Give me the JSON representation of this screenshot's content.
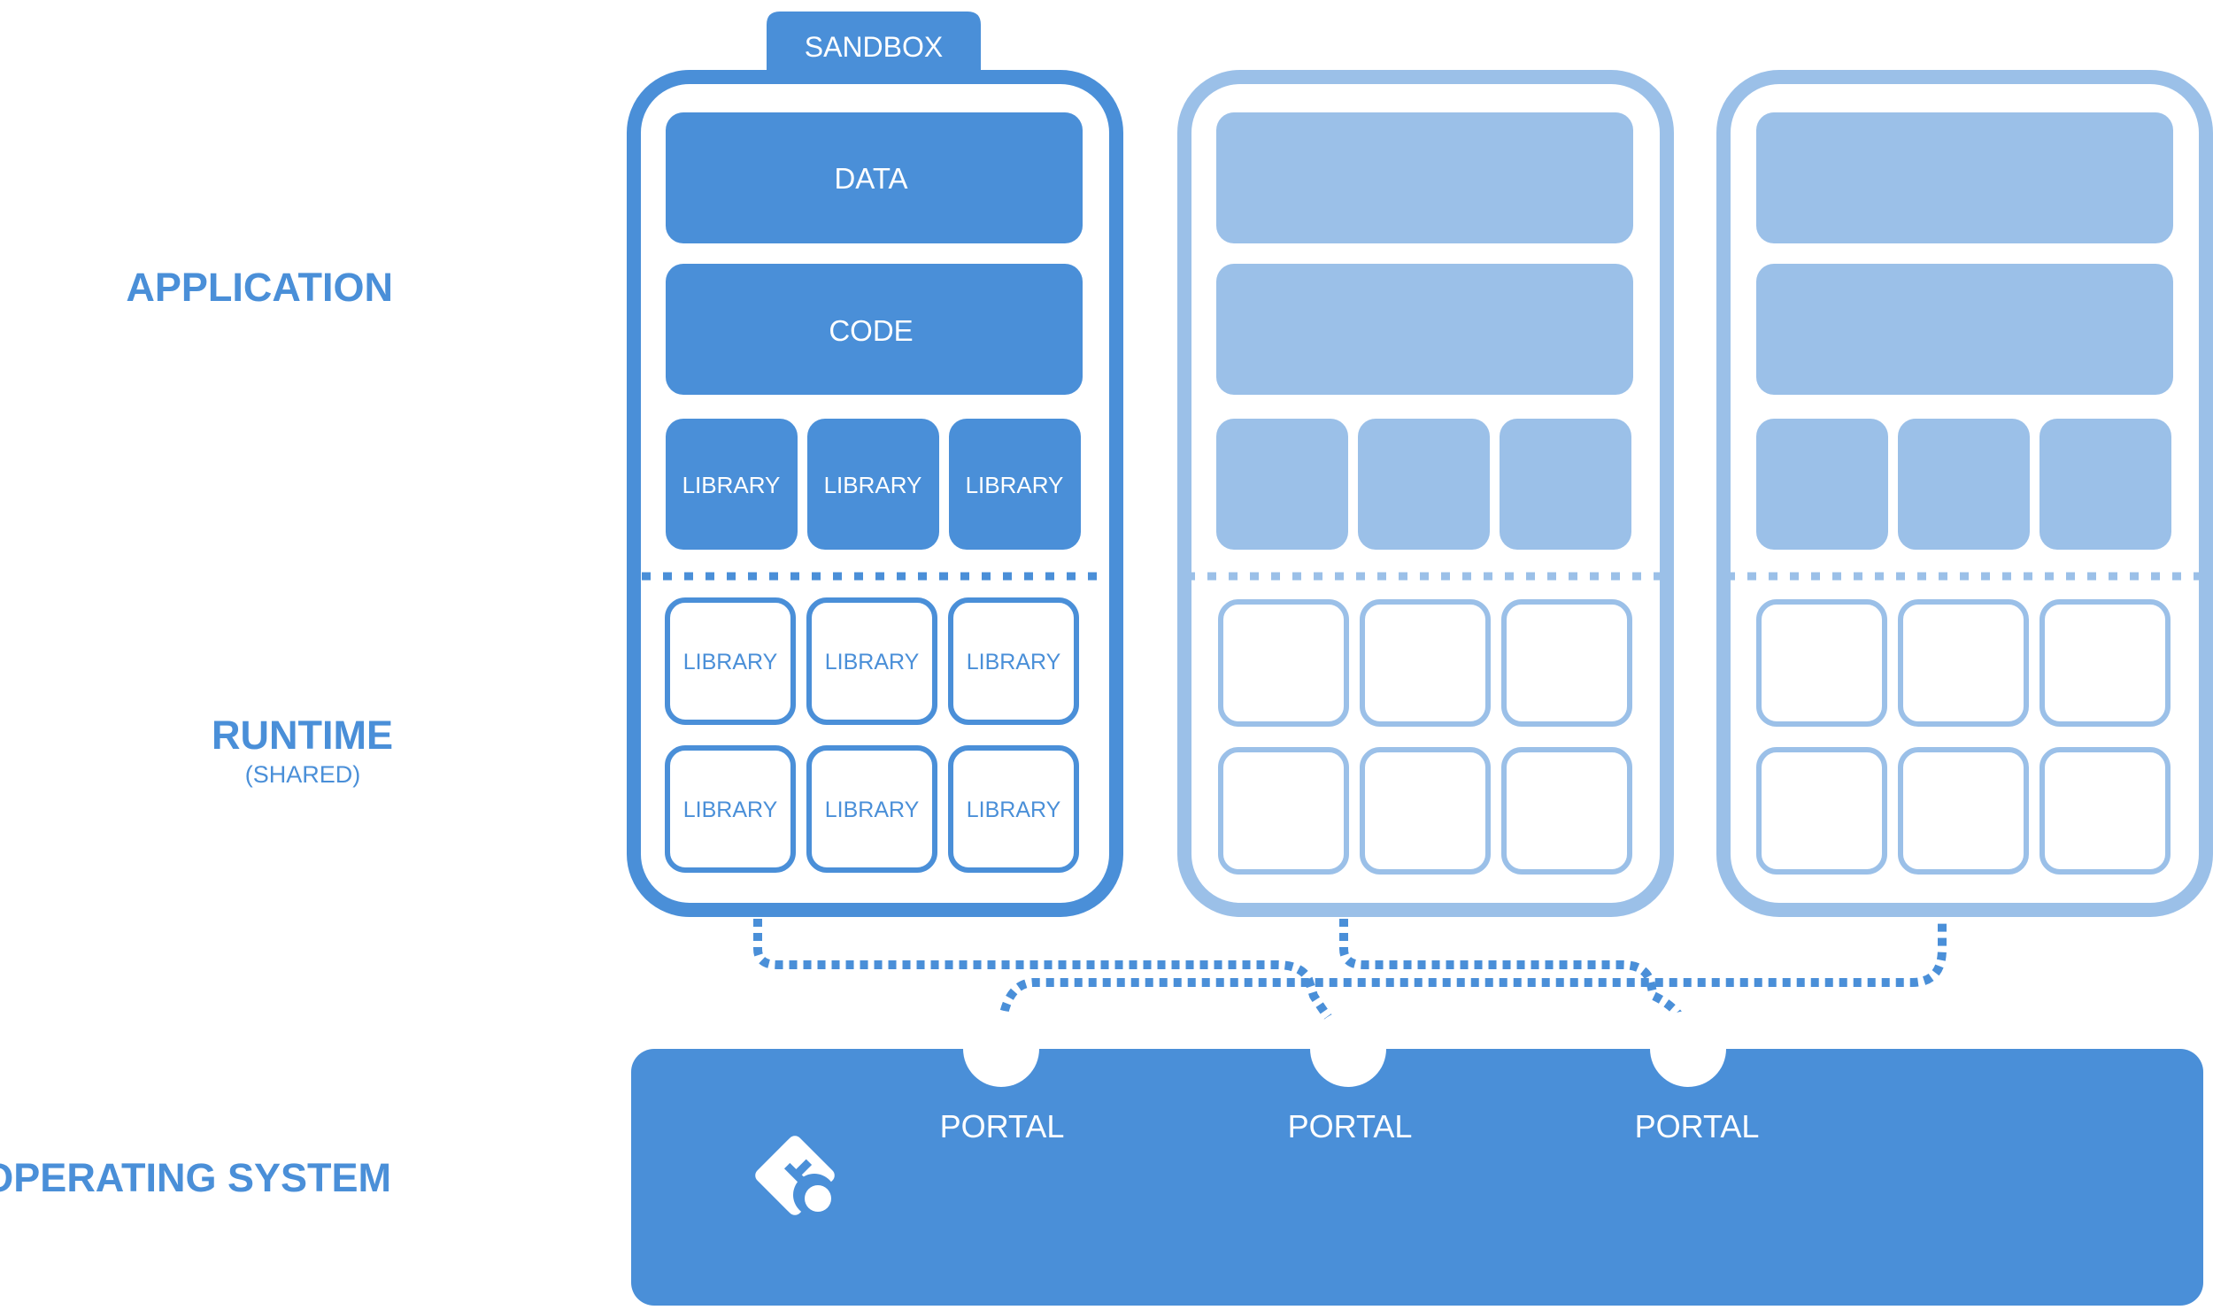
{
  "layers": {
    "application": "APPLICATION",
    "runtime": "RUNTIME",
    "runtime_sub": "(SHARED)",
    "operating_system": "OPERATING SYSTEM"
  },
  "sandbox": {
    "tab": "SANDBOX",
    "data": "DATA",
    "code": "CODE",
    "app_libraries": [
      "LIBRARY",
      "LIBRARY",
      "LIBRARY"
    ],
    "runtime_libraries": [
      "LIBRARY",
      "LIBRARY",
      "LIBRARY",
      "LIBRARY",
      "LIBRARY",
      "LIBRARY"
    ]
  },
  "portals": [
    "PORTAL",
    "PORTAL",
    "PORTAL"
  ],
  "os_icon": "flatpak-logo-icon",
  "colors": {
    "primary": "#4a8fd8",
    "faded": "#9bc0e8",
    "text_on_dark": "#ffffff"
  }
}
